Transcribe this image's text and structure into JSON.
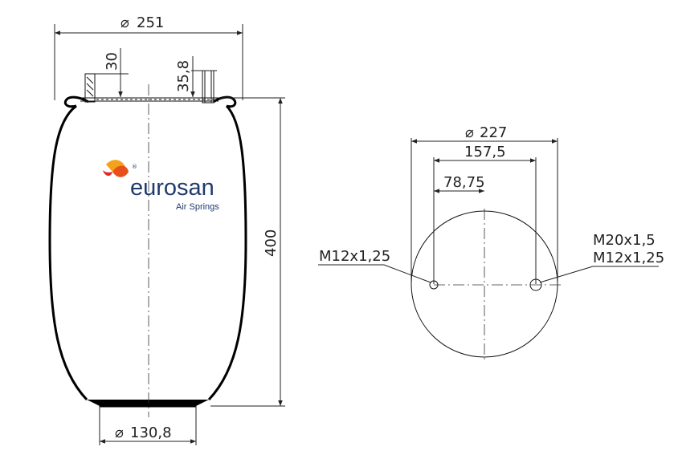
{
  "side_view": {
    "diameter_top": "251",
    "bolt_height_1": "30",
    "bolt_height_2": "35,8",
    "height": "400",
    "diameter_bottom": "130,8",
    "diameter_symbol": "⌀"
  },
  "logo": {
    "brand": "eurosan",
    "tagline": "Air Springs",
    "registered": "®",
    "brand_color": "#1f3b6e",
    "accent_color": "#e8501a"
  },
  "top_view": {
    "diameter": "227",
    "bolt_spacing": "157,5",
    "half_spacing": "78,75",
    "left_bolt_label": "M12x1,25",
    "right_bolt_label_1": "M20x1,5",
    "right_bolt_label_2": "M12x1,25",
    "diameter_symbol": "⌀"
  }
}
